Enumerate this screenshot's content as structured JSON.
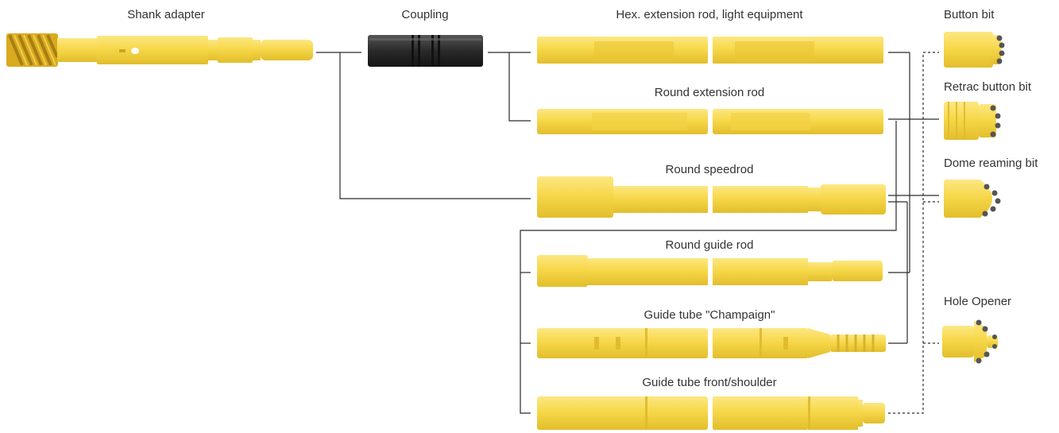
{
  "colors": {
    "steel_yellow": "#F7D84A",
    "steel_yellow_dark": "#E9C533",
    "steel_yellow_light": "#FCE783",
    "coupling_black": "#2A2A2A",
    "line": "#2B2B2B"
  },
  "labels": {
    "shank_adapter": "Shank adapter",
    "coupling": "Coupling",
    "hex_extension_rod": "Hex. extension rod, light equipment",
    "round_extension_rod": "Round extension rod",
    "round_speedrod": "Round speedrod",
    "round_guide_rod": "Round guide rod",
    "guide_tube_champaign": "Guide tube \"Champaign\"",
    "guide_tube_front_shoulder": "Guide tube front/shoulder",
    "button_bit": "Button bit",
    "retrac_button_bit": "Retrac button bit",
    "dome_reaming_bit": "Dome reaming bit",
    "hole_opener": "Hole Opener"
  }
}
